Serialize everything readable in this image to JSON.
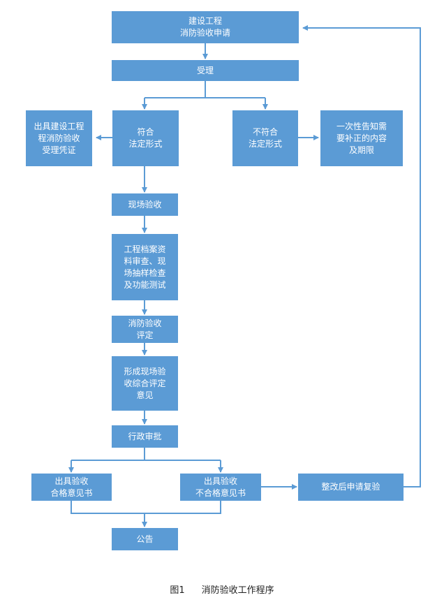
{
  "nodes": {
    "apply": "建设工程\n消防验收申请",
    "accept": "受理",
    "conform": "符合\n法定形式",
    "nonconform": "不符合\n法定形式",
    "receipt": "出具建设工程\n程消防验收\n受理凭证",
    "notify": "一次性告知需\n要补正的内容\n及期限",
    "inspect": "现场验收",
    "review": "工程档案资\n料审查、现\n场抽样检查\n及功能测试",
    "evaluate": "消防验收\n评定",
    "opinion": "形成现场验\n收综合评定\n意见",
    "approve": "行政审批",
    "pass": "出具验收\n合格意见书",
    "fail": "出具验收\n不合格意见书",
    "rectify": "整改后申请复验",
    "announce": "公告"
  },
  "caption": {
    "figure_no": "图1",
    "title": "消防验收工作程序"
  }
}
